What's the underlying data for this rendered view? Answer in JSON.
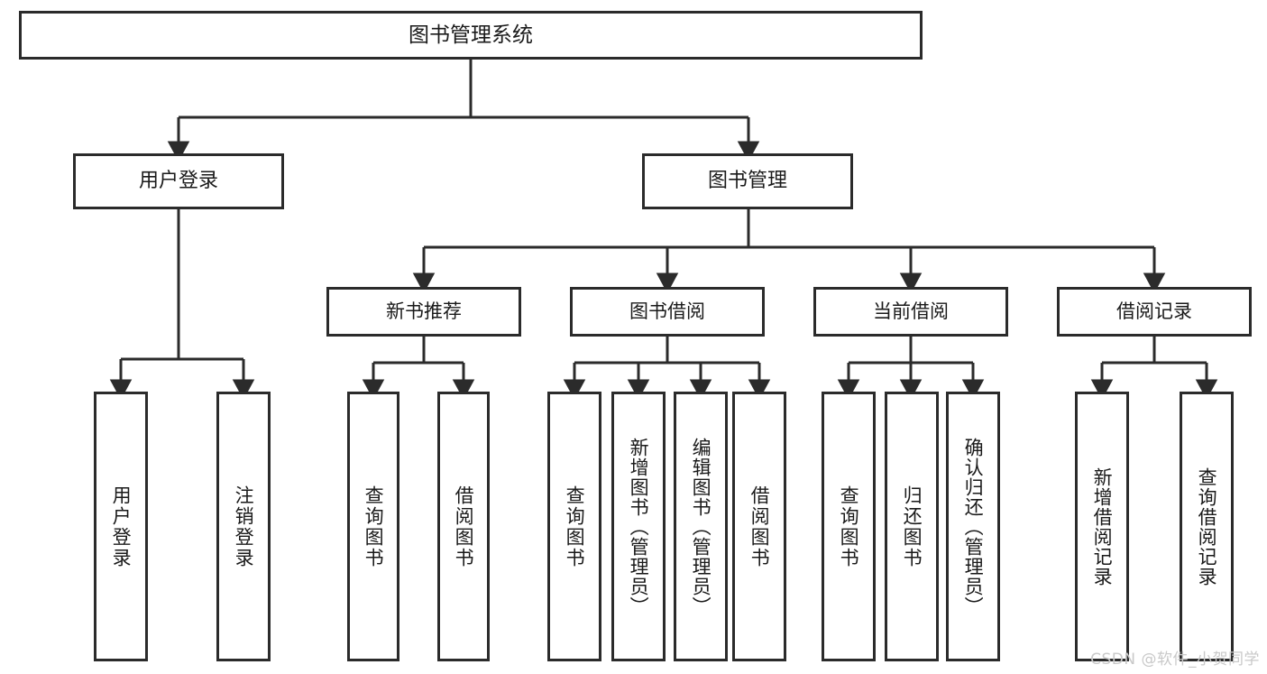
{
  "diagram": {
    "title": "图书管理系统",
    "type": "tree-hierarchy-chart",
    "root": {
      "id": "root",
      "label": "图书管理系统"
    },
    "level2": [
      {
        "id": "user-login",
        "label": "用户登录"
      },
      {
        "id": "book-management",
        "label": "图书管理"
      }
    ],
    "level3": [
      {
        "id": "new-book-recommend",
        "label": "新书推荐",
        "parent": "book-management"
      },
      {
        "id": "book-borrow",
        "label": "图书借阅",
        "parent": "book-management"
      },
      {
        "id": "current-borrow",
        "label": "当前借阅",
        "parent": "book-management"
      },
      {
        "id": "borrow-record",
        "label": "借阅记录",
        "parent": "book-management"
      }
    ],
    "leaves": [
      {
        "id": "leaf-user-login",
        "label": "用户登录",
        "parent": "user-login"
      },
      {
        "id": "leaf-logout-login",
        "label": "注销登录",
        "parent": "user-login"
      },
      {
        "id": "leaf-query-book-1",
        "label": "查询图书",
        "parent": "new-book-recommend"
      },
      {
        "id": "leaf-borrow-book-1",
        "label": "借阅图书",
        "parent": "new-book-recommend"
      },
      {
        "id": "leaf-query-book-2",
        "label": "查询图书",
        "parent": "book-borrow"
      },
      {
        "id": "leaf-add-book",
        "label": "新增图书（管理员）",
        "parent": "book-borrow"
      },
      {
        "id": "leaf-edit-book",
        "label": "编辑图书（管理员）",
        "parent": "book-borrow"
      },
      {
        "id": "leaf-borrow-book-2",
        "label": "借阅图书",
        "parent": "book-borrow"
      },
      {
        "id": "leaf-query-book-3",
        "label": "查询图书",
        "parent": "current-borrow"
      },
      {
        "id": "leaf-return-book",
        "label": "归还图书",
        "parent": "current-borrow"
      },
      {
        "id": "leaf-confirm-return",
        "label": "确认归还（管理员）",
        "parent": "current-borrow"
      },
      {
        "id": "leaf-add-borrow-record",
        "label": "新增借阅记录",
        "parent": "borrow-record"
      },
      {
        "id": "leaf-query-borrow-record",
        "label": "查询借阅记录",
        "parent": "borrow-record"
      }
    ],
    "colors": {
      "stroke": "#2b2b2b",
      "fill": "#ffffff",
      "text": "#1a1a1a",
      "watermark": "#c9c9c9"
    }
  },
  "watermark": {
    "text": "CSDN @软件_小贺同学"
  }
}
